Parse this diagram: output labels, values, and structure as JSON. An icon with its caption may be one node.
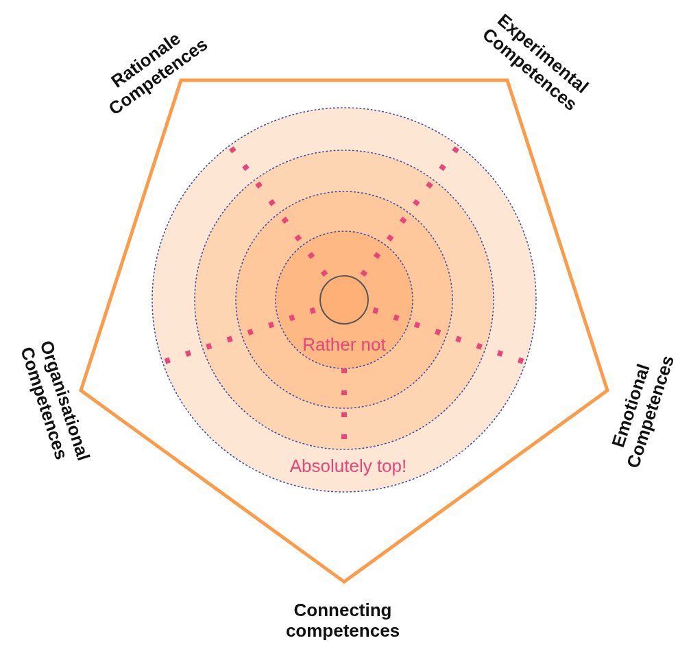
{
  "diagram": {
    "labels": [
      "Rationale Competences",
      "Experimental Competences",
      "Rather not",
      "Organisational Competences",
      "Emotional Competences",
      "Absolutely top!",
      "Connecting competences"
    ]
  }
}
